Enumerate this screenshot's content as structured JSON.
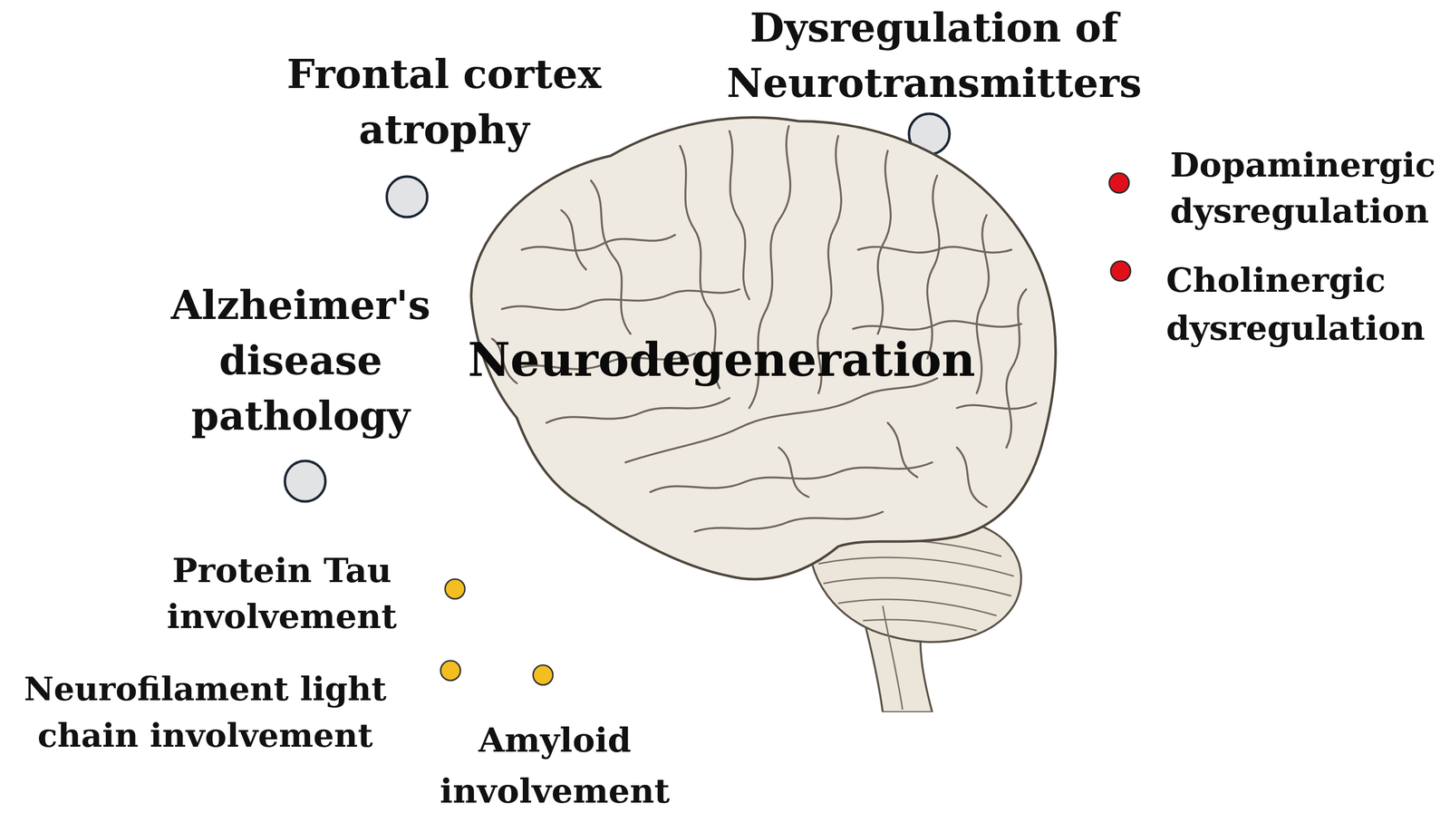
{
  "diagram": {
    "nodes": [
      {
        "text": [
          "Frontal cortex atrophy"
        ]
      },
      {
        "text": [
          "Dysregulation of Neurotransmitters"
        ]
      },
      {
        "text": [
          "Dopaminergic dysregulation"
        ]
      },
      {
        "text": [
          "Cholinergic dysregulation"
        ]
      },
      {
        "text": [
          "Neurodegeneration"
        ]
      },
      {
        "text": [
          "Alzheimer's disease pathology"
        ]
      },
      {
        "text": [
          "Protein Tau involvement"
        ]
      },
      {
        "text": [
          "Neurofilament light chain involvement"
        ]
      },
      {
        "text": [
          "Amyloid involvement"
        ]
      }
    ]
  }
}
